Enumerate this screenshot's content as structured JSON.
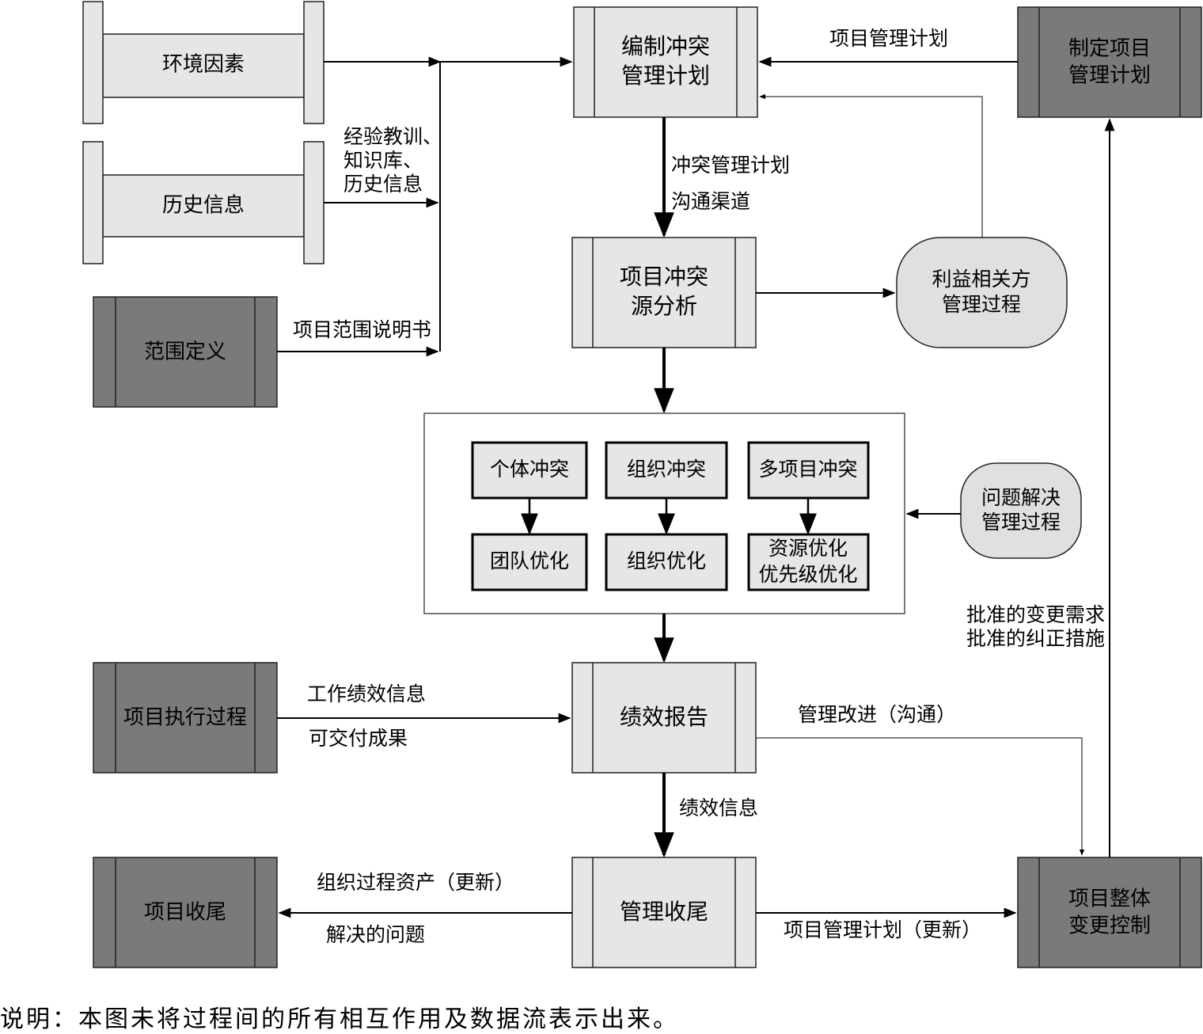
{
  "colors": {
    "light_fill": "#e6e6e6",
    "dark_fill": "#7a7a7a",
    "rounded_fill": "#e0e0e0",
    "line": "#000000",
    "stroke_gray": "#222222"
  },
  "inputs": {
    "environment": "环境因素",
    "history": "历史信息",
    "scope_definition": "范围定义"
  },
  "processes": {
    "plan_conflict_mgmt": [
      "编制冲突",
      "管理计划"
    ],
    "make_project_plan": [
      "制定项目",
      "管理计划"
    ],
    "conflict_source_analysis": [
      "项目冲突",
      "源分析"
    ],
    "stakeholder_mgmt": [
      "利益相关方",
      "管理过程"
    ],
    "problem_solving": [
      "问题解决",
      "管理过程"
    ],
    "project_execution": "项目执行过程",
    "performance_report": "绩效报告",
    "integrated_change_control": [
      "项目整体",
      "变更控制"
    ],
    "project_closure": "项目收尾",
    "administrative_closure": "管理收尾"
  },
  "conflict_types": {
    "individual": "个体冲突",
    "organizational": "组织冲突",
    "multi_project": "多项目冲突",
    "team_opt": "团队优化",
    "org_opt": "组织优化",
    "resource_opt": [
      "资源优化",
      "优先级优化"
    ]
  },
  "edge_labels": {
    "lessons": [
      "经验教训、",
      "知识库、",
      "历史信息"
    ],
    "scope_statement": "项目范围说明书",
    "project_plan": "项目管理计划",
    "conflict_plan": "冲突管理计划",
    "comm_channel": "沟通渠道",
    "work_perf": "工作绩效信息",
    "deliverables": "可交付成果",
    "mgmt_improve": "管理改进（沟通）",
    "perf_info": "绩效信息",
    "approved_changes": [
      "批准的变更需求",
      "批准的纠正措施"
    ],
    "opa_update": "组织过程资产（更新）",
    "resolved_issues": "解决的问题",
    "plan_update": "项目管理计划（更新）"
  },
  "caption": "说明：本图未将过程间的所有相互作用及数据流表示出来。"
}
